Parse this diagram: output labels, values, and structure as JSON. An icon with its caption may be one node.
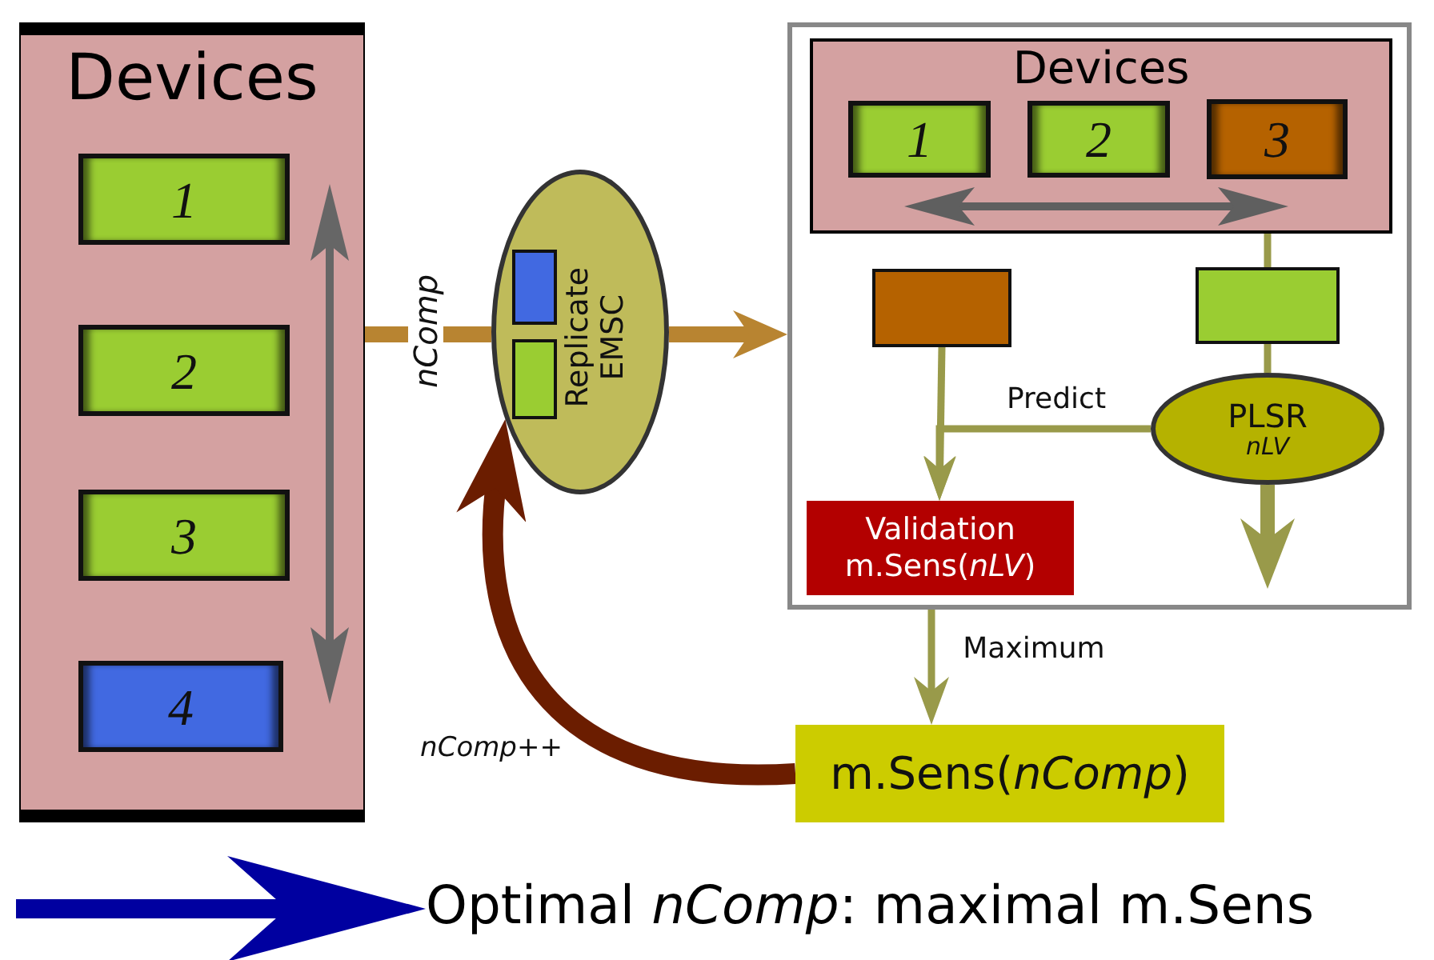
{
  "diagram": {
    "nodes": [
      {
        "text": [
          "Devices"
        ]
      },
      {
        "text": [
          "1"
        ],
        "in": 0
      },
      {
        "text": [
          "2"
        ],
        "in": 0
      },
      {
        "text": [
          "3"
        ],
        "in": 0
      },
      {
        "text": [
          "4"
        ],
        "in": 0
      },
      {
        "text": [
          "Replicate EMSC"
        ]
      },
      {
        "text": [],
        "shape": "box",
        "in": 5
      },
      {
        "text": [],
        "shape": "box",
        "in": 5
      },
      {
        "text": [],
        "shape": "box"
      },
      {
        "text": [
          "Devices"
        ],
        "in": 8
      },
      {
        "text": [
          "1"
        ],
        "in": 9
      },
      {
        "text": [
          "2"
        ],
        "in": 9
      },
      {
        "text": [
          "3"
        ],
        "in": 9
      },
      {
        "text": [],
        "shape": "box",
        "in": 8
      },
      {
        "text": [],
        "shape": "box",
        "in": 8
      },
      {
        "text": [
          "PLSR",
          "nLV"
        ],
        "in": 8
      },
      {
        "text": [
          "Validation m.Sens(*nLV*)"
        ],
        "in": 8
      },
      {
        "text": [
          "m.Sens(*nComp*)"
        ]
      },
      {
        "text": [
          "Optimal *nComp*: maximal m.Sens"
        ]
      }
    ],
    "edges": [
      {
        "from": 0,
        "to": 5,
        "arrow": "none",
        "style": "thick",
        "color": "#b88431",
        "label": "nComp"
      },
      {
        "from": 5,
        "to": 8,
        "arrow": "to",
        "style": "thick",
        "color": "#b88431"
      },
      {
        "from": 9,
        "to": 14,
        "arrow": "none"
      },
      {
        "from": 14,
        "to": 15,
        "arrow": "none"
      },
      {
        "from": 15,
        "to": null,
        "arrow": "to",
        "style": "thick"
      },
      {
        "from": 13,
        "to": 16,
        "arrow": "to"
      },
      {
        "from": 15,
        "to": 16,
        "arrow": "to",
        "label": "Predict"
      },
      {
        "from": 8,
        "to": 17,
        "arrow": "to",
        "label": "Maximum"
      },
      {
        "from": 17,
        "to": 5,
        "arrow": "to",
        "style": "thick",
        "color": "#6b1d00",
        "label": "nComp++"
      },
      {
        "from": null,
        "to": 18,
        "arrow": "to",
        "style": "thick",
        "color": "#0000a0"
      }
    ]
  }
}
